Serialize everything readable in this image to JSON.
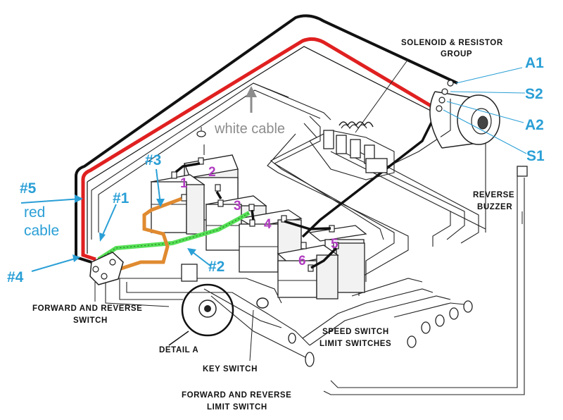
{
  "labels": {
    "solenoid_line1": "SOLENOID & RESISTOR",
    "solenoid_line2": "GROUP",
    "reverse_buzzer_line1": "REVERSE",
    "reverse_buzzer_line2": "BUZZER",
    "fr_switch_line1": "FORWARD AND REVERSE",
    "fr_switch_line2": "SWITCH",
    "detail_a": "DETAIL A",
    "key_switch": "KEY SWITCH",
    "speed_switch_line1": "SPEED SWITCH",
    "speed_switch_line2": "LIMIT SWITCHES",
    "fr_limit_line1": "FORWARD AND REVERSE",
    "fr_limit_line2": "LIMIT SWITCH"
  },
  "annotations": {
    "white_cable": "white cable",
    "n5": "#5",
    "red_cable_line1": "red",
    "red_cable_line2": "cable",
    "n1": "#1",
    "n3": "#3",
    "n2": "#2",
    "n4": "#4",
    "motor_a1": "A1",
    "motor_s2": "S2",
    "motor_a2": "A2",
    "motor_s1": "S1"
  },
  "battery_numbers": [
    "1",
    "2",
    "3",
    "4",
    "5",
    "6"
  ],
  "colors": {
    "annotation_blue": "#2a9fd6",
    "battery_number_purple": "#b03cc0",
    "red_cable": "#e02020",
    "green_cable": "#55e055",
    "orange_cable": "#e08a30",
    "white_cable_label": "#8c8c8c"
  }
}
